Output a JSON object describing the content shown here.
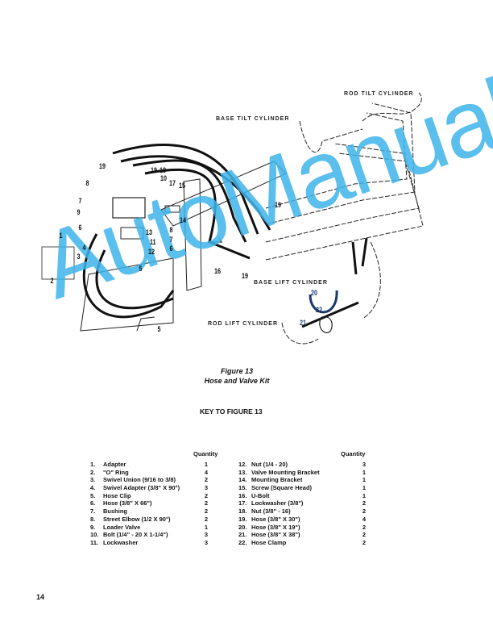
{
  "diagram": {
    "labels": {
      "rod_tilt": "ROD TILT CYLINDER",
      "base_tilt": "BASE TILT CYLINDER",
      "base_lift": "BASE LIFT CYLINDER",
      "rod_lift": "ROD LIFT CYLINDER"
    },
    "callouts": [
      "1",
      "2",
      "3",
      "4",
      "5",
      "5",
      "6",
      "6",
      "7",
      "7",
      "8",
      "8",
      "9",
      "10",
      "11",
      "12",
      "13",
      "14",
      "15",
      "16",
      "17",
      "18",
      "19",
      "19",
      "19",
      "19",
      "20",
      "21",
      "22"
    ]
  },
  "caption": {
    "figure": "Figure 13",
    "title": "Hose and Valve Kit"
  },
  "key": {
    "title": "KEY TO FIGURE 13",
    "quantity_header": "Quantity",
    "left": [
      {
        "n": "1.",
        "name": "Adapter",
        "q": "1"
      },
      {
        "n": "2.",
        "name": "\"O\" Ring",
        "q": "4"
      },
      {
        "n": "3.",
        "name": "Swivel Union (9/16 to 3/8)",
        "q": "2"
      },
      {
        "n": "4.",
        "name": "Swivel Adapter (3/8\" X 90°)",
        "q": "3"
      },
      {
        "n": "5.",
        "name": "Hose Clip",
        "q": "2"
      },
      {
        "n": "6.",
        "name": "Hose (3/8\" X 66\")",
        "q": "2"
      },
      {
        "n": "7.",
        "name": "Bushing",
        "q": "2"
      },
      {
        "n": "8.",
        "name": "Street Elbow (1/2 X 90°)",
        "q": "2"
      },
      {
        "n": "9.",
        "name": "Loader Valve",
        "q": "1"
      },
      {
        "n": "10.",
        "name": "Bolt (1/4\" - 20 X 1-1/4\")",
        "q": "3"
      },
      {
        "n": "11.",
        "name": "Lockwasher",
        "q": "3"
      }
    ],
    "right": [
      {
        "n": "12.",
        "name": "Nut (1/4 - 20)",
        "q": "3"
      },
      {
        "n": "13.",
        "name": "Valve Mounting Bracket",
        "q": "1"
      },
      {
        "n": "14.",
        "name": "Mounting Bracket",
        "q": "1"
      },
      {
        "n": "15.",
        "name": "Screw (Square Head)",
        "q": "1"
      },
      {
        "n": "16.",
        "name": "U-Bolt",
        "q": "1"
      },
      {
        "n": "17.",
        "name": "Lockwasher (3/8\")",
        "q": "2"
      },
      {
        "n": "18.",
        "name": "Nut (3/8\" - 16)",
        "q": "2"
      },
      {
        "n": "19.",
        "name": "Hose (3/8\" X 30\")",
        "q": "4"
      },
      {
        "n": "20.",
        "name": "Hose (3/8\" X 19\")",
        "q": "2"
      },
      {
        "n": "21.",
        "name": "Hose (3/8\" X 38\")",
        "q": "2"
      },
      {
        "n": "22.",
        "name": "Hose Clamp",
        "q": "2"
      }
    ]
  },
  "page_number": "14",
  "watermark": "AutoManual"
}
